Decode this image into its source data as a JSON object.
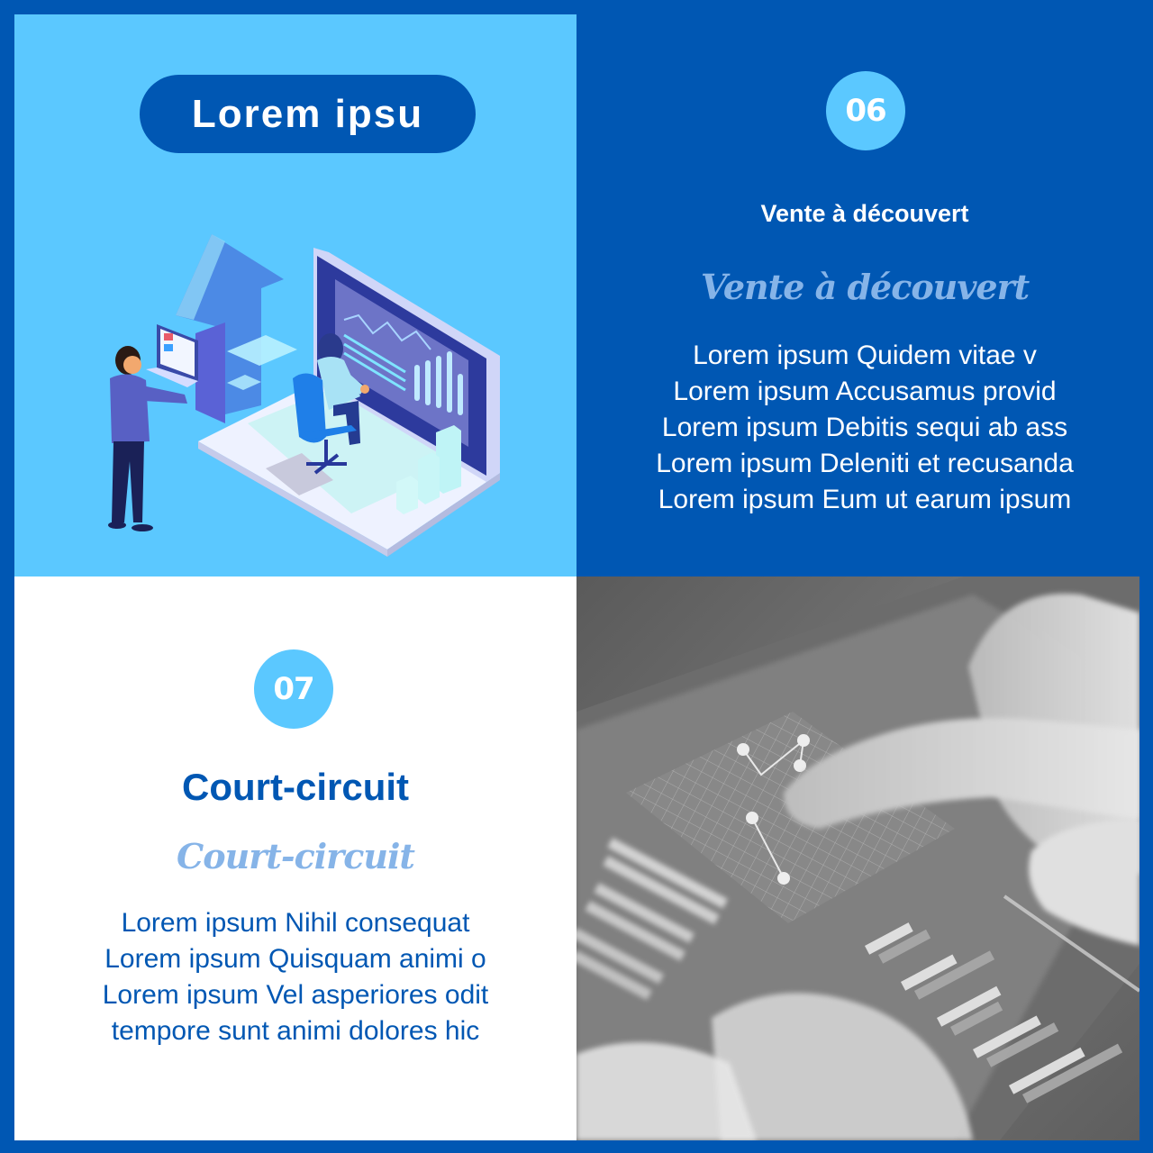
{
  "colors": {
    "frame": "#0057B3",
    "light_blue": "#5BC8FF",
    "white": "#FFFFFF",
    "script_blue": "#86B4E8"
  },
  "top_left": {
    "pill_label": "Lorem ipsu",
    "illustration": "isometric-office-laptop-illustration"
  },
  "top_right": {
    "badge": "06",
    "title": "Vente à découvert",
    "script_title": "Vente à découvert",
    "body_lines": [
      "Lorem ipsum Quidem vitae v",
      "Lorem ipsum Accusamus provid",
      "Lorem ipsum Debitis sequi ab ass",
      "Lorem ipsum Deleniti et recusanda",
      "Lorem ipsum Eum ut earum ipsum"
    ]
  },
  "bottom_left": {
    "badge": "07",
    "title": "Court-circuit",
    "script_title": "Court-circuit",
    "body_lines": [
      "Lorem ipsum Nihil consequat",
      "Lorem ipsum Quisquam animi o",
      "Lorem ipsum Vel asperiores odit",
      "tempore sunt animi dolores hic"
    ]
  },
  "bottom_right": {
    "photo": "grayscale-tablet-finance-chart-photo"
  }
}
